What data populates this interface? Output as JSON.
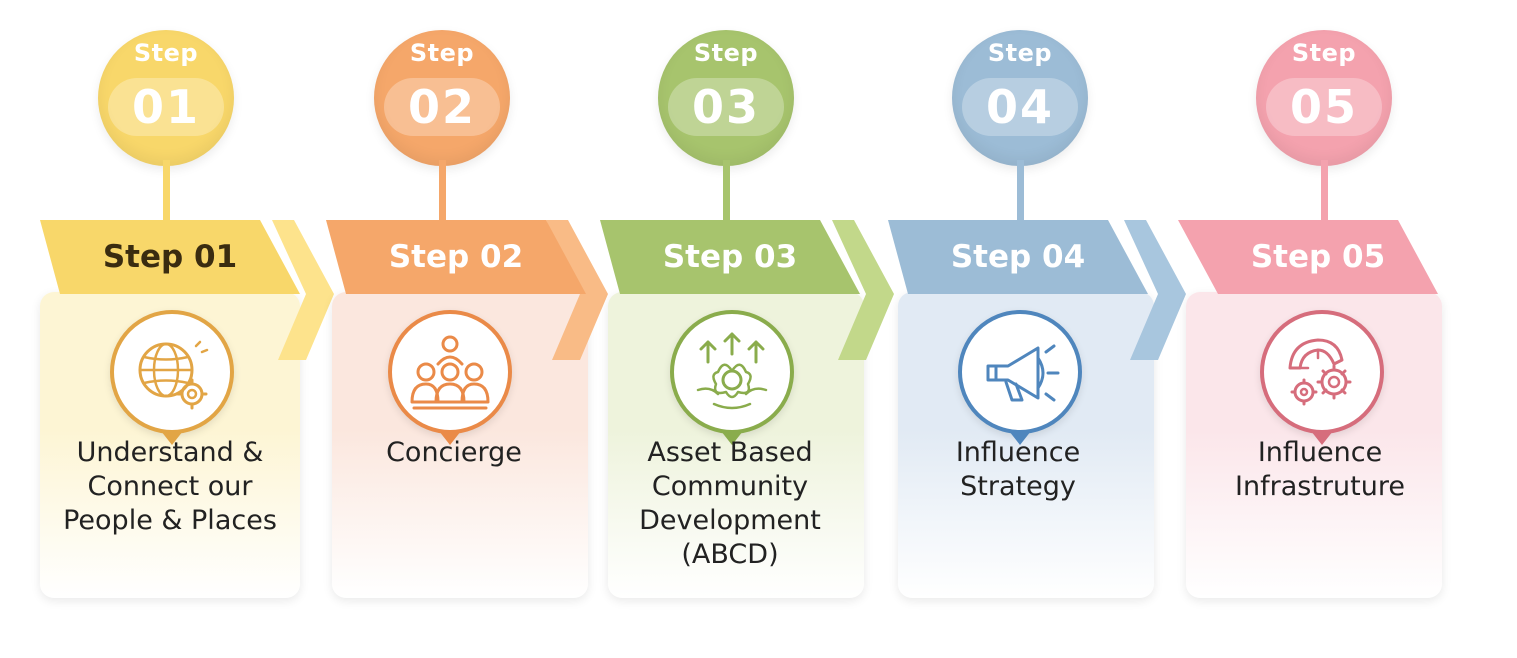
{
  "steps": [
    {
      "circle_word": "Step",
      "circle_number": "01",
      "banner": "Step 01",
      "description": [
        "Understand &",
        "Connect our",
        "People & Places"
      ],
      "icon": "globe-gear-icon",
      "colors": {
        "main": "#f8d76a",
        "light": "#fde38c",
        "pale": "#fdf5d4",
        "dark": "#e2a545",
        "banner_text": "#3a2c10"
      }
    },
    {
      "circle_word": "Step",
      "circle_number": "02",
      "banner": "Step 02",
      "description": [
        "Concierge"
      ],
      "icon": "people-group-icon",
      "colors": {
        "main": "#f5a76a",
        "light": "#f9bb86",
        "pale": "#fbe7de",
        "dark": "#ea8a48",
        "banner_text": "#ffffff"
      }
    },
    {
      "circle_word": "Step",
      "circle_number": "03",
      "banner": "Step 03",
      "description": [
        "Asset Based",
        "Community",
        "Development",
        "(ABCD)"
      ],
      "icon": "growth-flower-icon",
      "colors": {
        "main": "#a7c46d",
        "light": "#c2d88a",
        "pale": "#eef3dc",
        "dark": "#8aac4c",
        "banner_text": "#ffffff"
      }
    },
    {
      "circle_word": "Step",
      "circle_number": "04",
      "banner": "Step 04",
      "description": [
        "Influence",
        "Strategy"
      ],
      "icon": "megaphone-icon",
      "colors": {
        "main": "#9cbcd6",
        "light": "#a8c6de",
        "pale": "#e1eaf4",
        "dark": "#4f86bd",
        "banner_text": "#ffffff"
      }
    },
    {
      "circle_word": "Step",
      "circle_number": "05",
      "banner": "Step 05",
      "description": [
        "Influence",
        "Infrastruture"
      ],
      "icon": "infrastructure-gears-icon",
      "colors": {
        "main": "#f4a2ae",
        "light": "#f4a2ae",
        "pale": "#fbe6ea",
        "dark": "#d66d7c",
        "banner_text": "#ffffff"
      }
    }
  ]
}
